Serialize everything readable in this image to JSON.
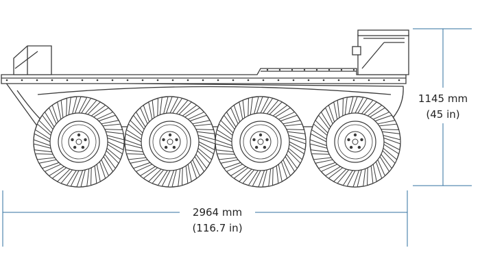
{
  "colors": {
    "line": "#3a3a3a",
    "dimension": "#2f6f9f",
    "text": "#222222"
  },
  "dimensions": {
    "height": {
      "primary": "1145 mm",
      "secondary": "(45 in)"
    },
    "length": {
      "primary": "2964 mm",
      "secondary": "(116.7 in)"
    }
  },
  "vehicle": {
    "wheels": [
      {
        "name": "wheel-1"
      },
      {
        "name": "wheel-2"
      },
      {
        "name": "wheel-3"
      },
      {
        "name": "wheel-4"
      }
    ],
    "lugs_per_wheel": 5,
    "treads_per_tire": 28
  }
}
